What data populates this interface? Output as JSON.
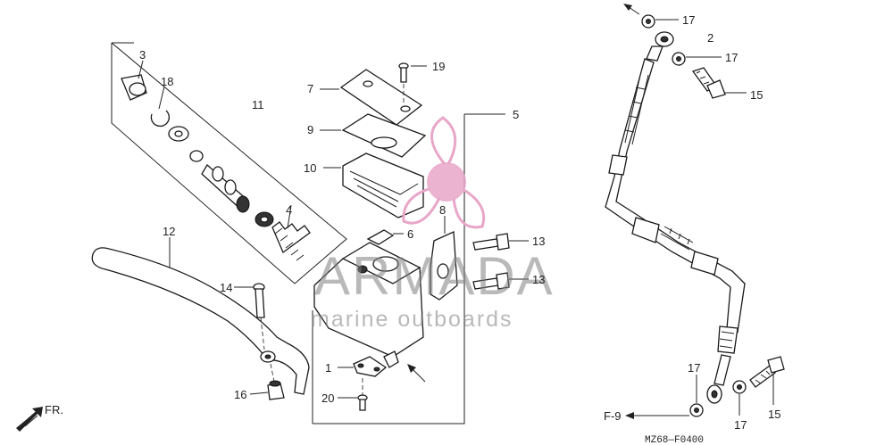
{
  "callouts": {
    "c1": "1",
    "c2": "2",
    "c3": "3",
    "c4": "4",
    "c5": "5",
    "c6": "6",
    "c7": "7",
    "c8": "8",
    "c9": "9",
    "c10": "10",
    "c11": "11",
    "c12": "12",
    "c13a": "13",
    "c13b": "13",
    "c14": "14",
    "c15a": "15",
    "c15b": "15",
    "c16": "16",
    "c17a": "17",
    "c17b": "17",
    "c17c": "17",
    "c17d": "17",
    "c18": "18",
    "c19": "19",
    "c20": "20"
  },
  "labels": {
    "front": "FR.",
    "ref": "F-9",
    "diagram_code": "MZ68—F0400"
  },
  "watermark": {
    "brand": "ARMADA",
    "tagline": "marine outboards",
    "logo": "armada-propeller-logo",
    "color": "#e8a6c8"
  }
}
